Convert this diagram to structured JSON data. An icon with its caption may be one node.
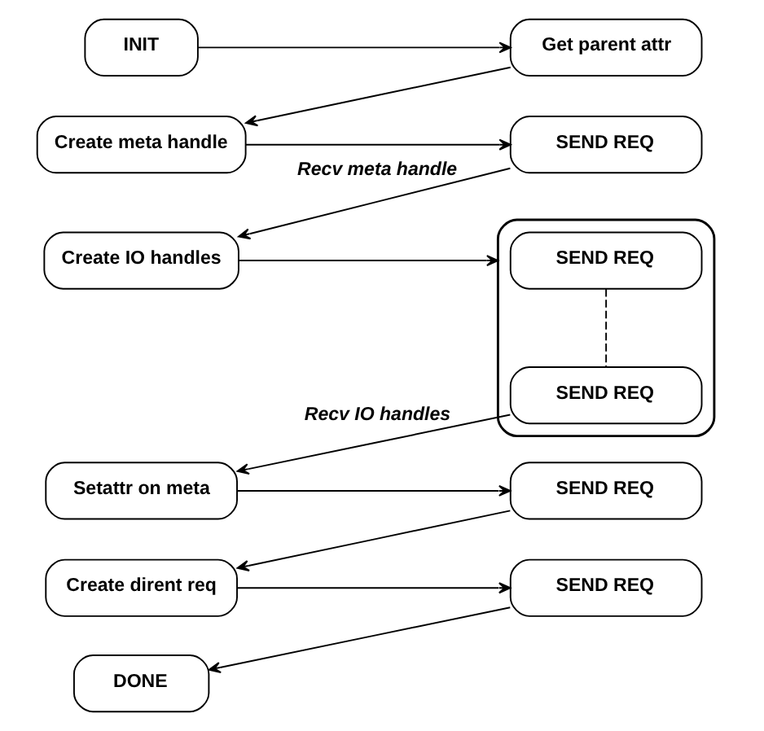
{
  "diagram": {
    "nodes": [
      {
        "text": [
          "INIT"
        ]
      },
      {
        "text": [
          "Get parent attr"
        ]
      },
      {
        "text": [
          "Create meta handle"
        ]
      },
      {
        "text": [
          "SEND REQ"
        ]
      },
      {
        "text": [
          "Create IO handles"
        ]
      },
      {
        "text": [],
        "shape": "box"
      },
      {
        "text": [
          "SEND REQ"
        ],
        "in": 5
      },
      {
        "text": [
          "SEND REQ"
        ],
        "in": 5
      },
      {
        "text": [
          "Setattr on meta"
        ]
      },
      {
        "text": [
          "SEND REQ"
        ]
      },
      {
        "text": [
          "Create dirent req"
        ]
      },
      {
        "text": [
          "SEND REQ"
        ]
      },
      {
        "text": [
          "DONE"
        ]
      }
    ],
    "edges": [
      {
        "from": 0,
        "to": 1,
        "arrow": "to"
      },
      {
        "from": 1,
        "to": 2,
        "arrow": "to"
      },
      {
        "from": 2,
        "to": 3,
        "arrow": "to"
      },
      {
        "from": 3,
        "to": 4,
        "arrow": "to",
        "label": "Recv meta handle"
      },
      {
        "from": 4,
        "to": 5,
        "arrow": "to"
      },
      {
        "from": 6,
        "to": 7,
        "arrow": "none",
        "style": "dashed"
      },
      {
        "from": 7,
        "to": 8,
        "arrow": "to",
        "label": "Recv IO handles"
      },
      {
        "from": 8,
        "to": 9,
        "arrow": "to"
      },
      {
        "from": 9,
        "to": 10,
        "arrow": "to"
      },
      {
        "from": 10,
        "to": 11,
        "arrow": "to"
      },
      {
        "from": 11,
        "to": 12,
        "arrow": "to"
      }
    ]
  }
}
